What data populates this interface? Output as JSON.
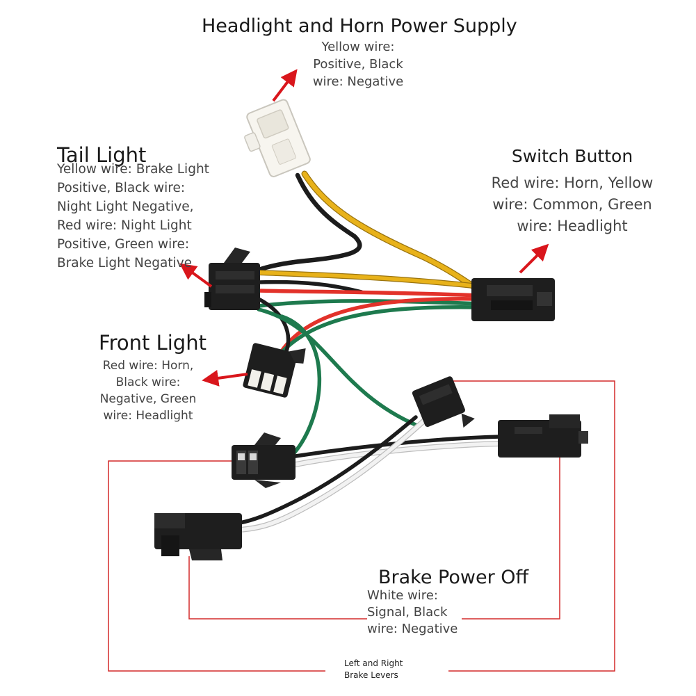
{
  "labels": {
    "headlight_horn": {
      "title": "Headlight and Horn Power Supply",
      "lines": [
        "Yellow wire:",
        "Positive, Black",
        "wire: Negative"
      ]
    },
    "tail_light": {
      "title": "Tail Light",
      "lines": [
        "Yellow wire: Brake Light",
        "Positive, Black wire:",
        "Night Light Negative,",
        "Red wire: Night Light",
        "Positive, Green wire:",
        "Brake Light Negative"
      ]
    },
    "switch_button": {
      "title": "Switch Button",
      "lines": [
        "Red wire: Horn, Yellow",
        "wire: Common, Green",
        "wire: Headlight"
      ]
    },
    "front_light": {
      "title": "Front Light",
      "lines": [
        "Red wire: Horn,",
        "Black wire:",
        "Negative, Green",
        "wire: Headlight"
      ]
    },
    "brake_power_off": {
      "title": "Brake Power Off",
      "lines": [
        "White wire:",
        "Signal, Black",
        "wire: Negative"
      ]
    },
    "brake_levers": {
      "lines": [
        "Left and Right",
        "Brake Levers"
      ]
    }
  },
  "colors": {
    "yellow_wire": "#e8b21a",
    "black_wire": "#1c1c1c",
    "red_wire": "#e2322a",
    "green_wire": "#1e7a4e",
    "white_wire": "#f2f2f2",
    "arrow": "#d9161c",
    "bracket": "#d42a2a",
    "connector_black": "#1e1e1e",
    "connector_white": "#f7f5ef"
  }
}
